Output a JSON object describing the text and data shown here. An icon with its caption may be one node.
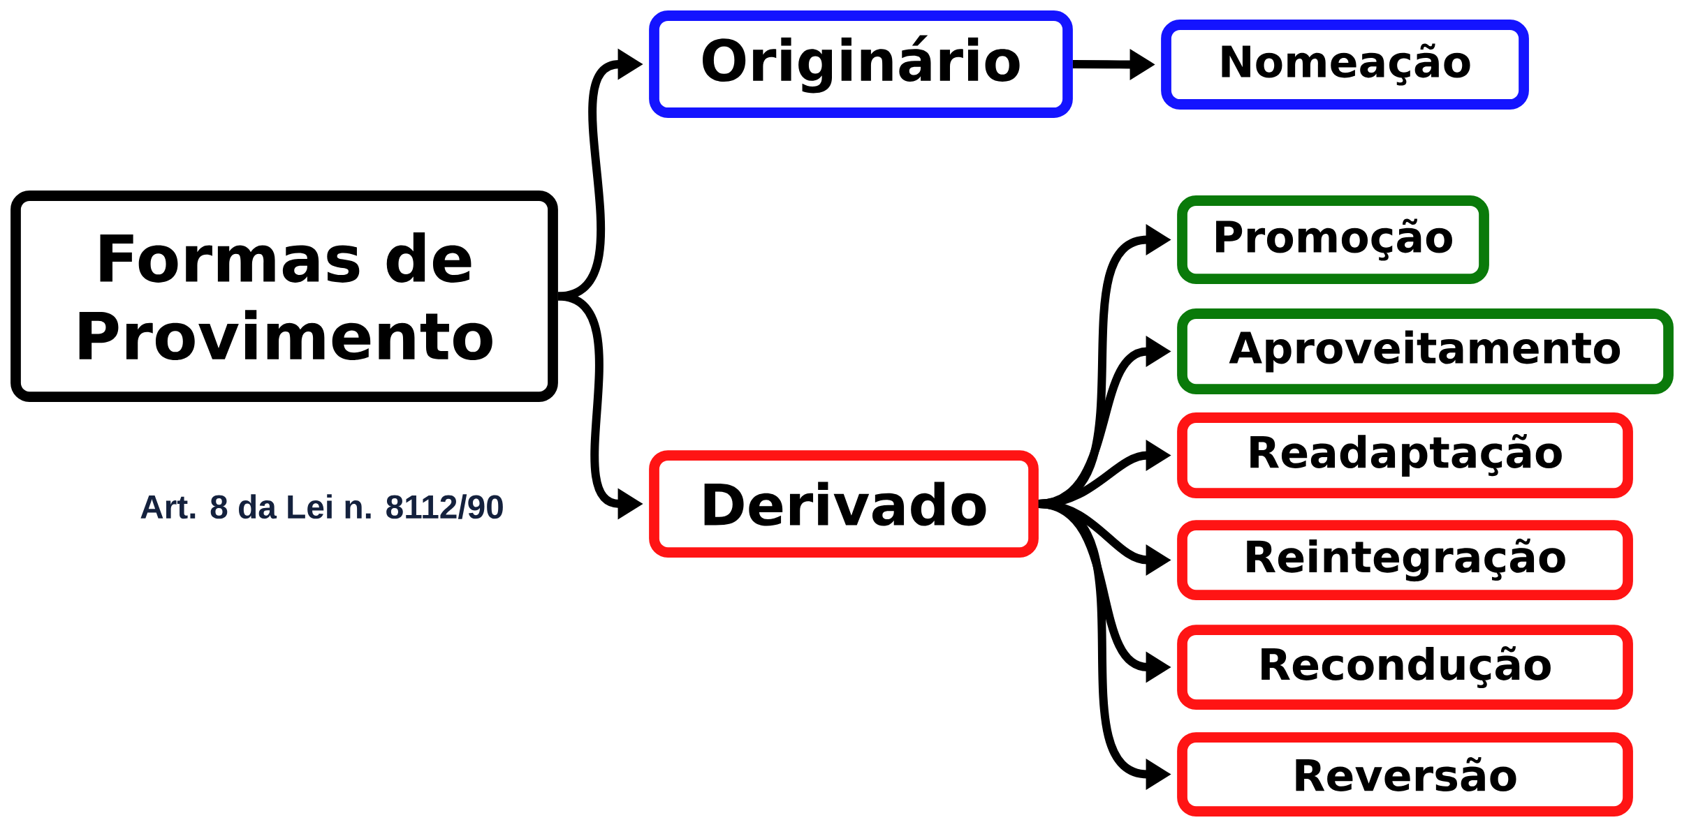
{
  "diagram": {
    "nodes": [
      {
        "text": [
          "Formas de Provimento"
        ]
      },
      {
        "text": [
          "Originário"
        ]
      },
      {
        "text": [
          "Nomeação"
        ]
      },
      {
        "text": [
          "Derivado"
        ]
      },
      {
        "text": [
          "Promoção"
        ]
      },
      {
        "text": [
          "Aproveitamento"
        ]
      },
      {
        "text": [
          "Readaptação"
        ]
      },
      {
        "text": [
          "Reintegração"
        ]
      },
      {
        "text": [
          "Recondução"
        ]
      },
      {
        "text": [
          "Reversão"
        ]
      }
    ],
    "edges": [
      {
        "from": 0,
        "to": 1,
        "arrow": "to"
      },
      {
        "from": 0,
        "to": 3,
        "arrow": "to"
      },
      {
        "from": 1,
        "to": 2,
        "arrow": "to"
      },
      {
        "from": 3,
        "to": 4,
        "arrow": "to"
      },
      {
        "from": 3,
        "to": 5,
        "arrow": "to"
      },
      {
        "from": 3,
        "to": 6,
        "arrow": "to"
      },
      {
        "from": 3,
        "to": 7,
        "arrow": "to"
      },
      {
        "from": 3,
        "to": 8,
        "arrow": "to"
      },
      {
        "from": 3,
        "to": 9,
        "arrow": "to"
      }
    ],
    "labels": [
      "Art. 8 da Lei n. 8112/90"
    ]
  }
}
